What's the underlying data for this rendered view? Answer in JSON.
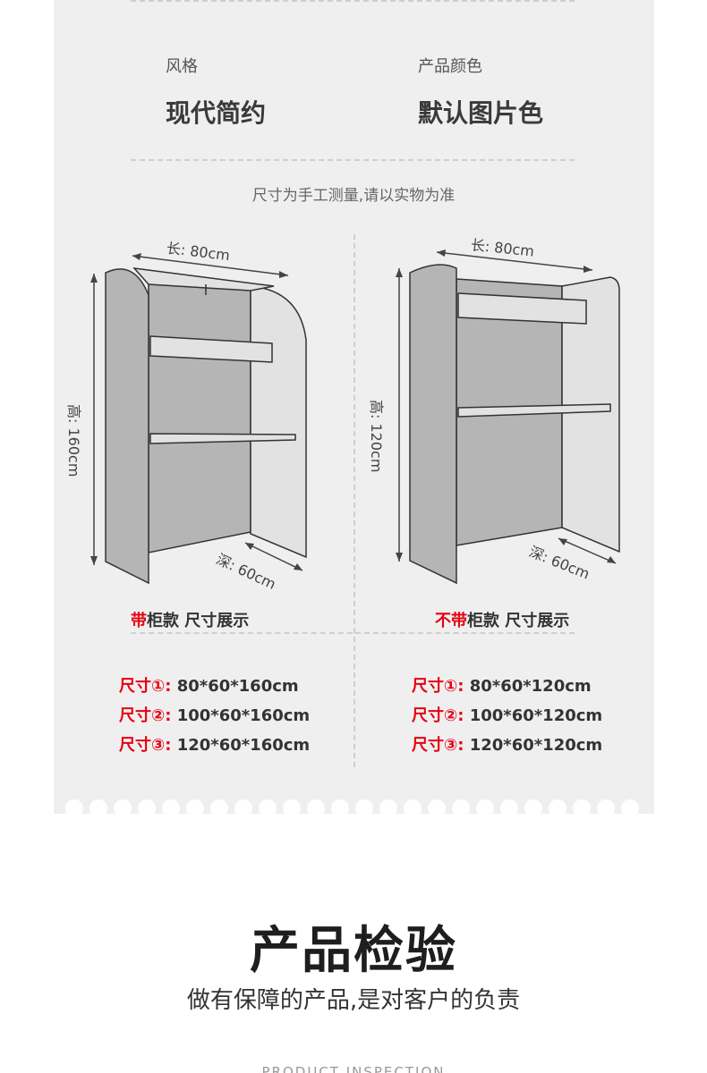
{
  "specs": {
    "style_label": "风格",
    "style_value": "现代简约",
    "color_label": "产品颜色",
    "color_value": "默认图片色"
  },
  "note": "尺寸为手工测量,请以实物为准",
  "left_cabinet": {
    "length": "长: 80cm",
    "height": "高: 160cm",
    "depth": "深: 60cm",
    "caption_red": "带",
    "caption_rest": "柜款  尺寸展示",
    "sizes": [
      {
        "label": "尺寸①:",
        "value": "80*60*160cm"
      },
      {
        "label": "尺寸②:",
        "value": "100*60*160cm"
      },
      {
        "label": "尺寸③:",
        "value": "120*60*160cm"
      }
    ]
  },
  "right_cabinet": {
    "length": "长: 80cm",
    "height": "高: 120cm",
    "depth": "深: 60cm",
    "caption_red": "不带",
    "caption_rest": "柜款  尺寸展示",
    "sizes": [
      {
        "label": "尺寸①:",
        "value": "80*60*120cm"
      },
      {
        "label": "尺寸②:",
        "value": "100*60*120cm"
      },
      {
        "label": "尺寸③:",
        "value": "120*60*120cm"
      }
    ]
  },
  "inspection": {
    "title": "产品检验",
    "subtitle": "做有保障的产品,是对客户的负责",
    "english": "PRODUCT INSPECTION"
  },
  "colors": {
    "card_bg": "#efefef",
    "accent_red": "#e60012",
    "panel_dark": "#b5b5b5",
    "panel_light": "#e2e2e2"
  }
}
